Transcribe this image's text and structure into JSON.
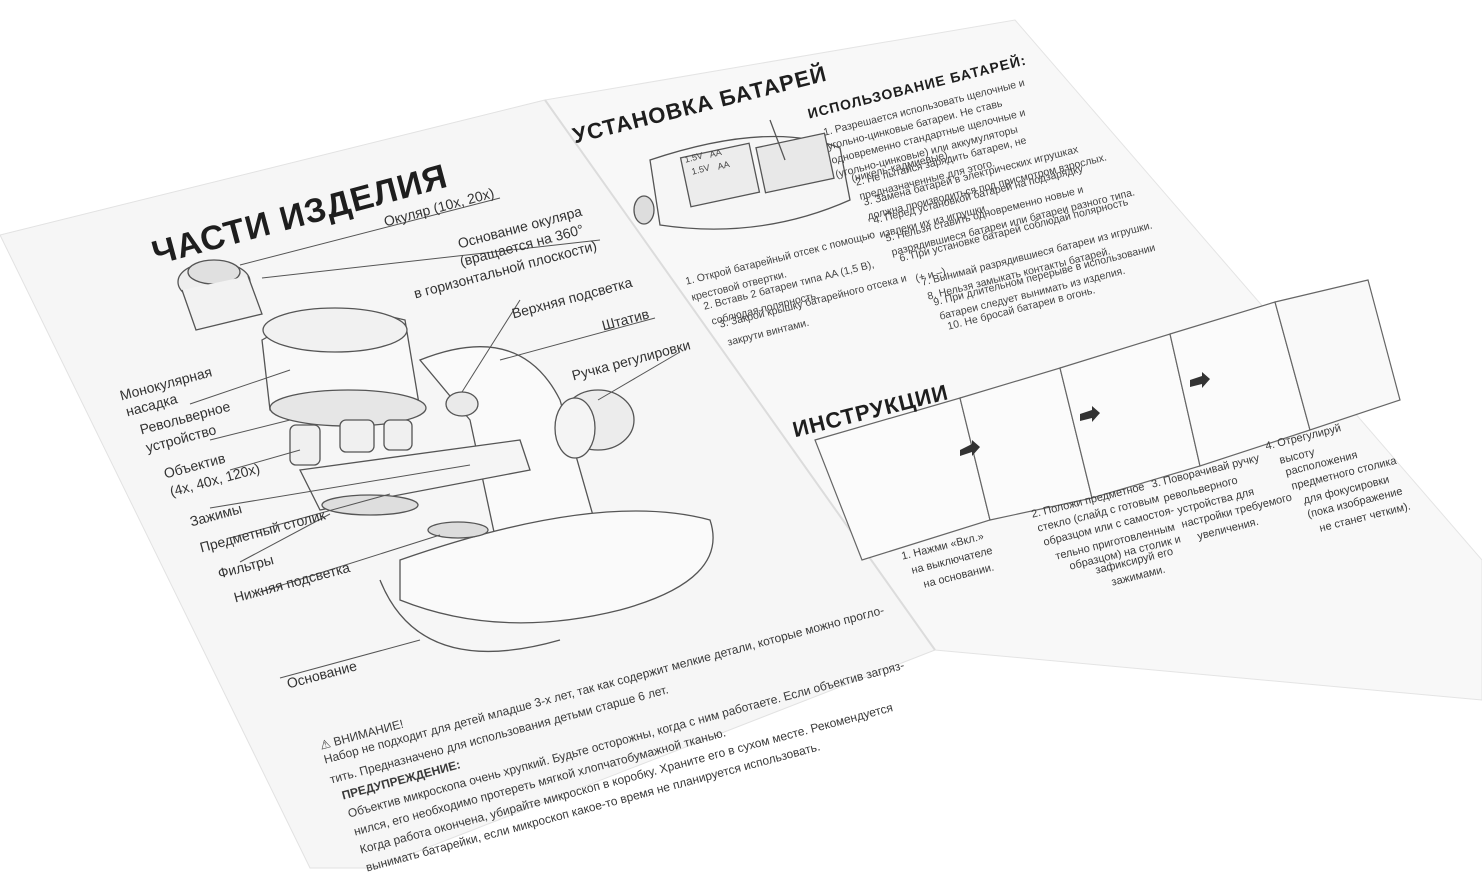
{
  "parts": {
    "title": "ЧАСТИ ИЗДЕЛИЯ",
    "labels": {
      "eyepiece": "Окуляр (10x, 20x)",
      "eyepiece_base_1": "Основание окуляра",
      "eyepiece_base_2": "(вращается на 360°",
      "eyepiece_base_3": "в горизонтальной плоскости)",
      "top_light": "Верхняя подсветка",
      "stand": "Штатив",
      "knob": "Ручка регулировки",
      "monocular_1": "Монокулярная",
      "monocular_2": "насадка",
      "revolver_1": "Револьверное",
      "revolver_2": "устройство",
      "objectives_1": "Объектив",
      "objectives_2": "(4x, 40x, 120x)",
      "clamps": "Зажимы",
      "stage": "Предметный столик",
      "filters": "Фильтры",
      "bottom_light": "Нижняя подсветка",
      "base": "Основание"
    }
  },
  "warning": {
    "heading": "⚠ ВНИМАНИЕ!",
    "line1": "Набор не подходит для детей младше 3-х лет, так как содержит мелкие детали, которые можно прогло-",
    "line2": "тить. Предназначено для использования детьми старше 6 лет.",
    "caution_heading": "ПРЕДУПРЕЖДЕНИЕ:",
    "c1": "Объектив микроскопа очень хрупкий. Будьте осторожны, когда с ним работаете. Если объектив загряз-",
    "c2": "нился, его необходимо протереть мягкой хлопчатобумажной тканью.",
    "c3": "Когда работа окончена, убирайте микроскоп в коробку. Храните его в сухом месте. Рекомендуется",
    "c4": "вынимать батарейки, если микроскоп какое-то время не планируется использовать."
  },
  "battery_install": {
    "title": "УСТАНОВКА БАТАРЕЙ",
    "diagram_labels": {
      "v1": "1.5V",
      "aa1": "AA",
      "v2": "1.5V",
      "aa2": "AA"
    },
    "steps": [
      "1. Открой батарейный отсек с помощью",
      "крестовой отвертки.",
      "2. Вставь 2 батареи типа AA (1,5 В),",
      "соблюдая полярность.",
      "3. Закрой крышку батарейного отсека и",
      "закрути винтами."
    ]
  },
  "battery_use": {
    "title": "ИСПОЛЬЗОВАНИЕ БАТАРЕЙ:",
    "lines": [
      "1. Разрешается использовать щелочные и",
      "угольно-цинковые батареи. Не ставь",
      "одновременно стандартные щелочные и",
      "(угольно-цинковые) или аккумуляторы",
      "(никель-кадмиевые).",
      "2. Не пытайся зарядить батареи, не",
      "предназначенные для этого.",
      "3. Замена батарей в электрических игрушках",
      "должна производиться под присмотром взрослых.",
      "4. Перед установкой батарей на подзарядку",
      "извлеки их из игрушки.",
      "5. Нельзя ставить одновременно новые и",
      "разрядившиеся батареи или батареи разного типа.",
      "6. При установке батарей соблюдай полярность",
      "(+ и –).",
      "7. Вынимай разрядившиеся батареи из игрушки.",
      "8. Нельзя замыкать контакты батарей.",
      "9. При длительном перерыве в использовании",
      "батареи следует вынимать из изделия.",
      "10. Не бросай батареи в огонь."
    ]
  },
  "instructions": {
    "title": "ИНСТРУКЦИИ",
    "step1": [
      "1. Нажми «Вкл.»",
      "на выключателе",
      "на основании."
    ],
    "step2": [
      "2. Положи предметное",
      "стекло (слайд с готовым",
      "образцом или с самостоя-",
      "тельно приготовленным",
      "образцом) на столик и",
      "зафиксируй его",
      "зажимами."
    ],
    "step3": [
      "3. Поворачивай ручку",
      "револьверного",
      "устройства для",
      "настройки требуемого",
      "увеличения."
    ],
    "step4": [
      "4. Отрегулируй",
      "высоту",
      "расположения",
      "предметного столика",
      "для фокусировки",
      "(пока изображение",
      "не станет четким)."
    ]
  },
  "colors": {
    "paper": "#f7f7f7",
    "ink": "#2a2a2a",
    "line": "#555555",
    "shadow": "#e9e9e9"
  }
}
